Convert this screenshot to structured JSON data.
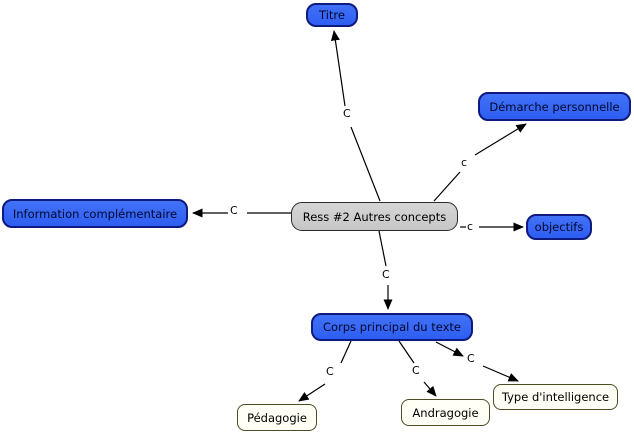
{
  "nodes": {
    "titre": {
      "label": "Titre"
    },
    "demarche_personnelle": {
      "label": "Démarche personnelle"
    },
    "objectifs": {
      "label": "objectifs"
    },
    "information_complementaire": {
      "label": "Information complémentaire"
    },
    "ress_2_autres_concepts": {
      "label": "Ress #2 Autres concepts"
    },
    "corps_principal_du_texte": {
      "label": "Corps principal du texte"
    },
    "pedagogie": {
      "label": "Pédagogie"
    },
    "andragogie": {
      "label": "Andragogie"
    },
    "type_d_intelligence": {
      "label": "Type d'intelligence"
    }
  },
  "link_labels": {
    "central_to_titre": "C",
    "central_to_demarche": "c",
    "central_to_objectifs": "c",
    "central_to_information": "C",
    "central_to_corps": "C",
    "corps_to_pedagogie": "C",
    "corps_to_andragogie": "C",
    "corps_to_type_intelligence": "C"
  },
  "colors": {
    "concept_fill_blue": "#3264f5",
    "concept_border_blue": "#0e1a7e",
    "concept_text_blue": "#00072e",
    "central_fill": "#cccccc",
    "central_border": "#2b2b2b",
    "leaf_fill": "#fffff6",
    "leaf_border": "#4c4c24",
    "line_color": "#000000",
    "background": "#ffffff"
  }
}
